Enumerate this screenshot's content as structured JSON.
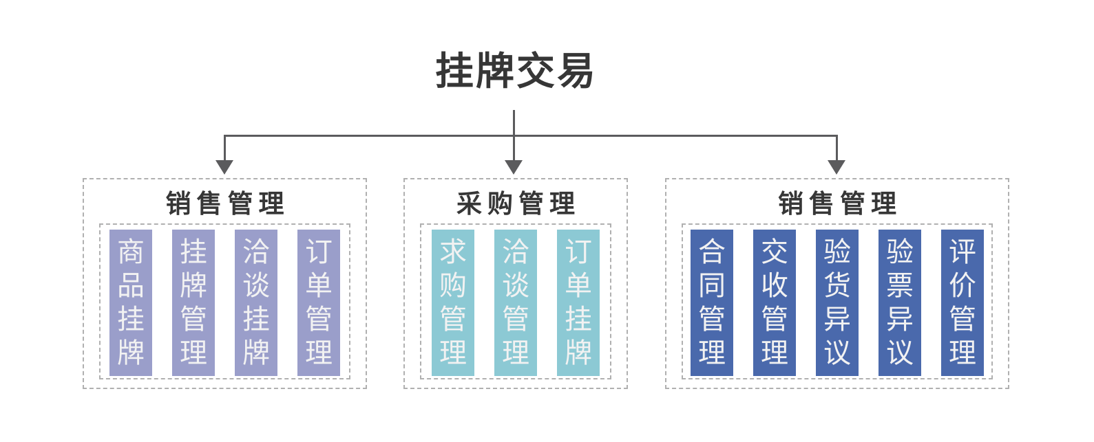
{
  "root": {
    "title": "挂牌交易"
  },
  "colors": {
    "title_text": "#363636",
    "connector": "#5b5b5d",
    "dashed_border": "#b0b0b0",
    "bar_text": "#f2f2f2",
    "lavender": "#9a9eca",
    "teal": "#8cc9d4",
    "blue": "#4a69ac"
  },
  "groups": [
    {
      "title": "销售管理",
      "color_key": "lavender",
      "items": [
        "商品挂牌",
        "挂牌管理",
        "洽谈挂牌",
        "订单管理"
      ]
    },
    {
      "title": "采购管理",
      "color_key": "teal",
      "items": [
        "求购管理",
        "洽谈管理",
        "订单挂牌"
      ]
    },
    {
      "title": "销售管理",
      "color_key": "blue",
      "items": [
        "合同管理",
        "交收管理",
        "验货异议",
        "验票异议",
        "评价管理"
      ]
    }
  ]
}
